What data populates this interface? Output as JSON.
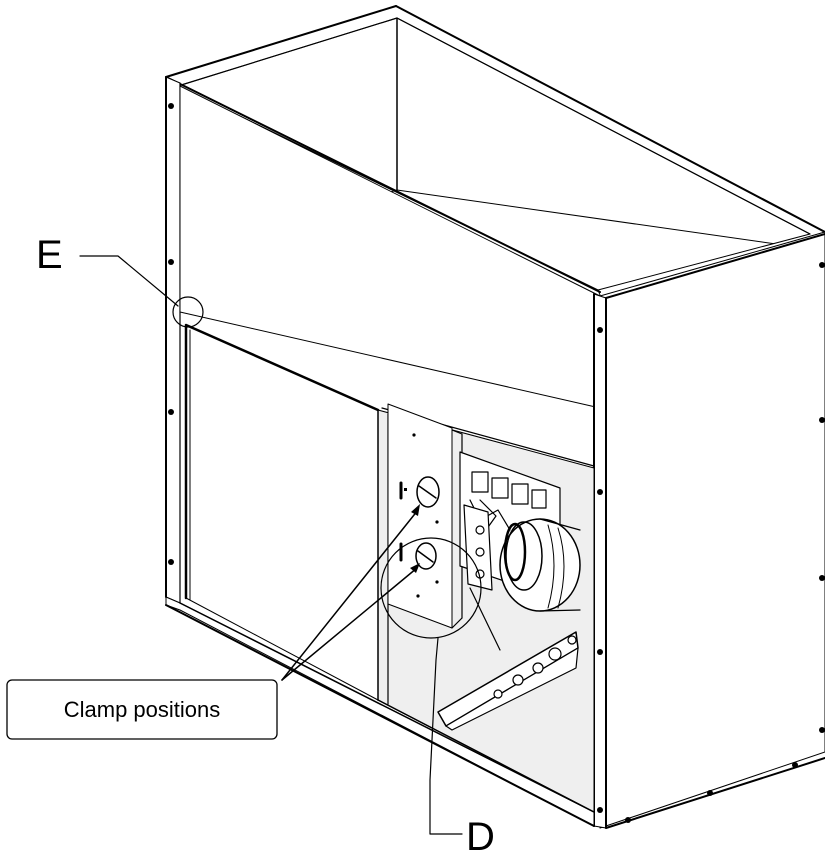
{
  "callouts": {
    "detail_e": "E",
    "detail_d": "D",
    "clamp_label": "Clamp positions"
  },
  "icons": {
    "detail_e_circle": "circle-icon",
    "detail_d_circle": "circle-icon"
  },
  "colors": {
    "line": "#000000",
    "background": "#ffffff"
  }
}
